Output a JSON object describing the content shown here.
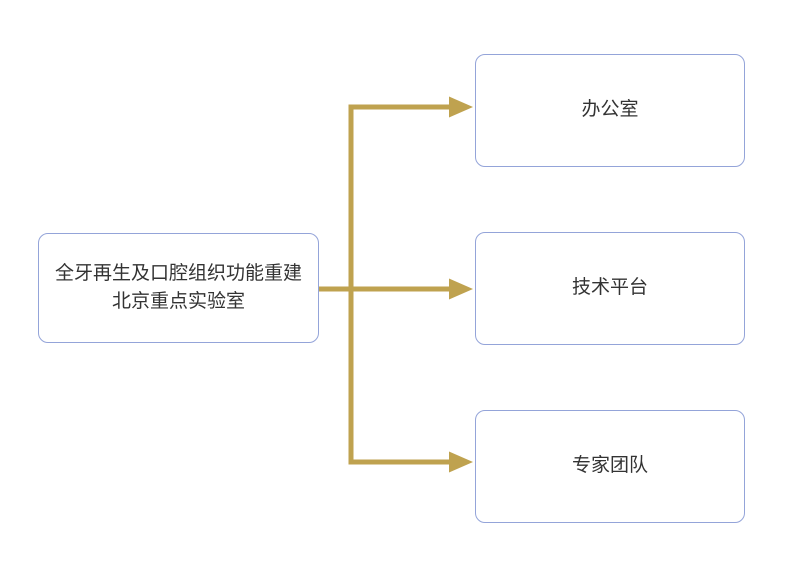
{
  "colors": {
    "background": "#ffffff",
    "box_border": "#94a4d9",
    "arrow": "#bfa24f",
    "text": "#333333"
  },
  "root": {
    "label": "全牙再生及口腔组织功能重建北京重点实验室"
  },
  "children": [
    {
      "label": "办公室"
    },
    {
      "label": "技术平台"
    },
    {
      "label": "专家团队"
    }
  ]
}
